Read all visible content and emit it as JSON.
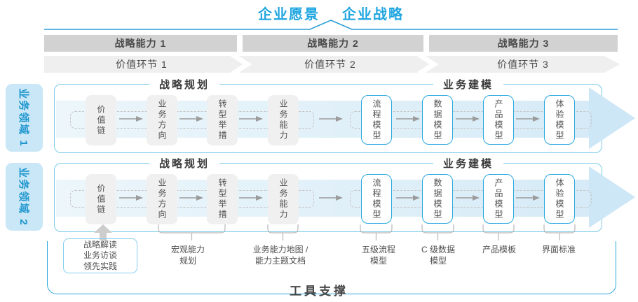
{
  "header": {
    "vision": "企业愿景",
    "strategy": "企业战略"
  },
  "capability_bands": [
    "战略能力 1",
    "战略能力 2",
    "战略能力 3"
  ],
  "value_links": [
    "价值环节 1",
    "价值环节 2",
    "价值环节 3"
  ],
  "domains": [
    "业务领域 1",
    "业务领域 2"
  ],
  "rows": [
    {
      "planning_title": "战略规划",
      "modeling_title": "业务建模",
      "boxes": [
        "价值链",
        "业务方向",
        "转型举措",
        "业务能力",
        "流程模型",
        "数据模型",
        "产品模型",
        "体验模型"
      ]
    },
    {
      "planning_title": "战略规划",
      "modeling_title": "业务建模",
      "boxes": [
        "价值链",
        "业务方向",
        "转型举措",
        "业务能力",
        "流程模型",
        "数据模型",
        "产品模型",
        "体验模型"
      ]
    }
  ],
  "annotations": {
    "inputs": "战略解读\n业务访谈\n领先实践",
    "labels": [
      "宏观能力\n规划",
      "业务能力地图 /\n能力主题文档",
      "五级流程\n模型",
      "C 级数据\n模型",
      "产品模板",
      "界面标准"
    ]
  },
  "footer": {
    "label": "工具支撑"
  },
  "colors": {
    "accent_blue": "#21a6e0",
    "panel_border": "#7ccbea",
    "band_gray": "#d2d2d2",
    "chevron_gray": "#efefef",
    "flow_band_blue": "#d6ebf7",
    "box_gray": "#f0f0f0",
    "domain_bg": "#c9e7f6",
    "text_dark": "#4a4a4a"
  }
}
